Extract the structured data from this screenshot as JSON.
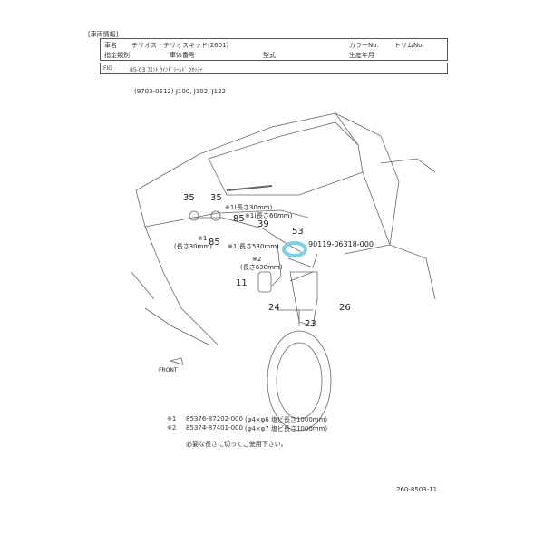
{
  "header": {
    "section": "[車両情報]",
    "row1": {
      "name_label": "車名",
      "name_value": "テリオス・テリオスキッド(2601)",
      "color_label": "カラーNo.",
      "trim_label": "トリムNo."
    },
    "row2": {
      "class_label": "指定類別",
      "body_label": "車体番号",
      "type_label": "型式",
      "date_label": "生産年月"
    },
    "fig": {
      "label": "FIG",
      "value": "85-03 ﾌﾛﾝﾄ ｳｲﾝﾄﾞｼｰﾙﾄﾞ ｳｵｯｼｬ"
    }
  },
  "applicability": "(9703-0512) J100, J102, J122",
  "callouts": {
    "c35a": "35",
    "c35b": "35",
    "c85a": "85",
    "c85b": "85",
    "c39": "39",
    "c53": "53",
    "c11": "11",
    "c24": "24",
    "c23": "23",
    "c26": "26",
    "part": "90119-06318-000",
    "n1a": "※1(長さ30mm)",
    "n1b": "※1(長さ60mm)",
    "n1c": "※1",
    "n1c2": "(長さ30mm)",
    "n1d": "※1(長さ530mm)",
    "n2": "※2",
    "n2b": "(長さ630mm)",
    "front": "FRONT"
  },
  "notes": [
    {
      "mark": "※1",
      "part": "85376-87202-000",
      "desc": "(φ4×φ6 塩ビ長さ1000mm)"
    },
    {
      "mark": "※2",
      "part": "85374-87401-000",
      "desc": "(φ4×φ7 塩ビ長さ1000mm)"
    }
  ],
  "note_text": "必要な長さに切ってご使用下さい。",
  "doc_number": "260-8503-11",
  "colors": {
    "highlight": "#7ccfe6"
  }
}
